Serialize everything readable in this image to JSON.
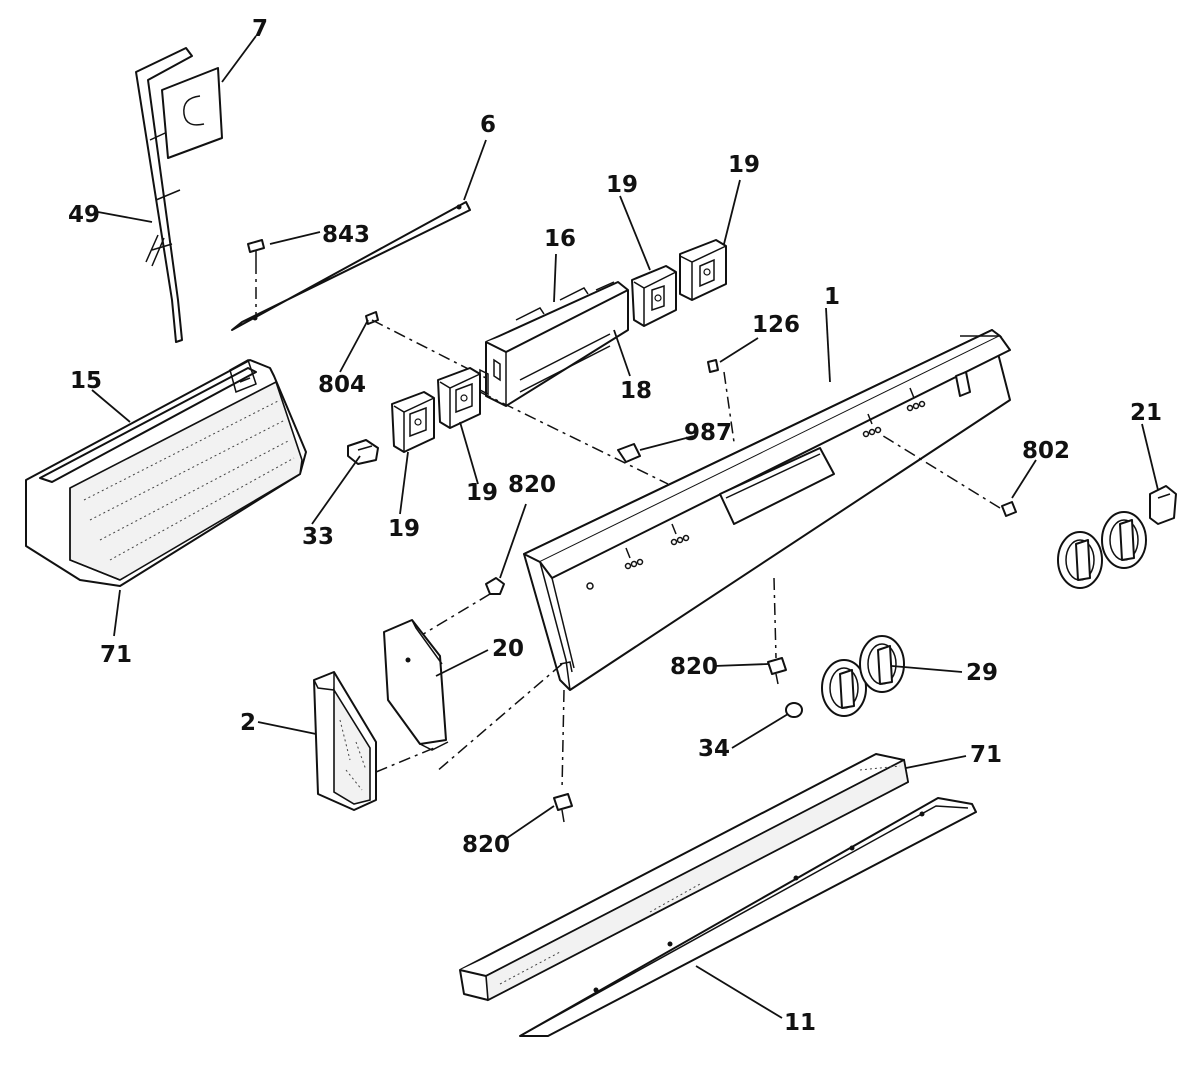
{
  "callouts": [
    {
      "id": "c7",
      "text": "7"
    },
    {
      "id": "c49",
      "text": "49"
    },
    {
      "id": "c6",
      "text": "6"
    },
    {
      "id": "c843",
      "text": "843"
    },
    {
      "id": "c16",
      "text": "16"
    },
    {
      "id": "c19a",
      "text": "19"
    },
    {
      "id": "c19b",
      "text": "19"
    },
    {
      "id": "c1",
      "text": "1"
    },
    {
      "id": "c126",
      "text": "126"
    },
    {
      "id": "c804",
      "text": "804"
    },
    {
      "id": "c18",
      "text": "18"
    },
    {
      "id": "c15",
      "text": "15"
    },
    {
      "id": "c987",
      "text": "987"
    },
    {
      "id": "c21",
      "text": "21"
    },
    {
      "id": "c802",
      "text": "802"
    },
    {
      "id": "c33",
      "text": "33"
    },
    {
      "id": "c19c",
      "text": "19"
    },
    {
      "id": "c19d",
      "text": "19"
    },
    {
      "id": "c820a",
      "text": "820"
    },
    {
      "id": "c71a",
      "text": "71"
    },
    {
      "id": "c20",
      "text": "20"
    },
    {
      "id": "c820b",
      "text": "820"
    },
    {
      "id": "c29",
      "text": "29"
    },
    {
      "id": "c2",
      "text": "2"
    },
    {
      "id": "c34",
      "text": "34"
    },
    {
      "id": "c71b",
      "text": "71"
    },
    {
      "id": "c820c",
      "text": "820"
    },
    {
      "id": "c11",
      "text": "11"
    }
  ]
}
